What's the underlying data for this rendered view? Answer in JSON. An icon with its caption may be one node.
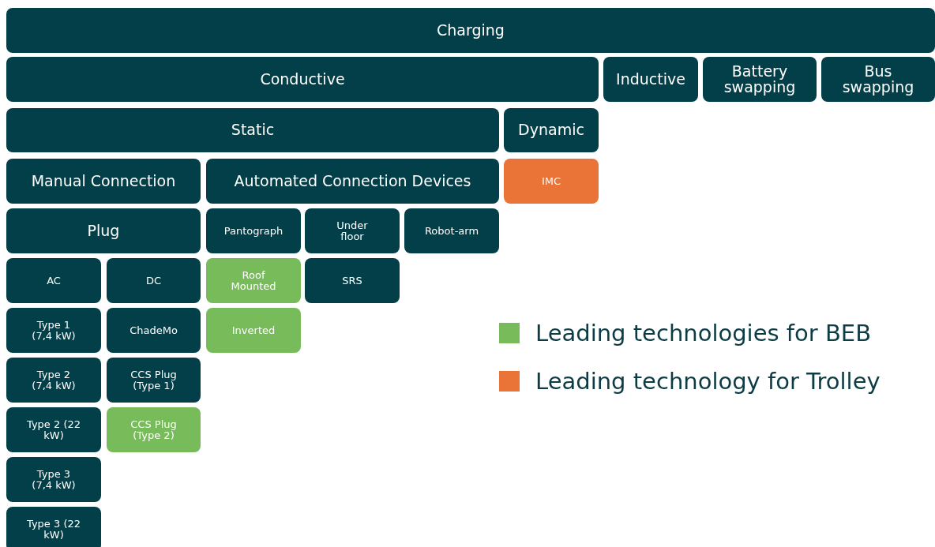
{
  "diagram": {
    "nodes": [
      {
        "text": [
          "Charging"
        ]
      },
      {
        "text": [
          "Conductive"
        ]
      },
      {
        "text": [
          "Inductive"
        ]
      },
      {
        "text": [
          "Battery swapping"
        ]
      },
      {
        "text": [
          "Bus swapping"
        ]
      },
      {
        "text": [
          "Static"
        ]
      },
      {
        "text": [
          "Dynamic"
        ]
      },
      {
        "text": [
          "Manual Connection"
        ]
      },
      {
        "text": [
          "Automated Connection Devices"
        ]
      },
      {
        "text": [
          "IMC"
        ]
      },
      {
        "text": [
          "Plug"
        ]
      },
      {
        "text": [
          "Pantograph"
        ]
      },
      {
        "text": [
          "Under floor"
        ]
      },
      {
        "text": [
          "Robot-arm"
        ]
      },
      {
        "text": [
          "AC"
        ]
      },
      {
        "text": [
          "DC"
        ]
      },
      {
        "text": [
          "Roof Mounted"
        ]
      },
      {
        "text": [
          "SRS"
        ]
      },
      {
        "text": [
          "Type 1 (7,4 kW)"
        ]
      },
      {
        "text": [
          "ChadeMo"
        ]
      },
      {
        "text": [
          "Inverted"
        ]
      },
      {
        "text": [
          "Type 2 (7,4 kW)"
        ]
      },
      {
        "text": [
          "CCS Plug (Type 1)"
        ]
      },
      {
        "text": [
          "Type 2 (22 kW)"
        ]
      },
      {
        "text": [
          "CCS Plug (Type 2)"
        ]
      },
      {
        "text": [
          "Type 3 (7,4 kW)"
        ]
      },
      {
        "text": [
          "Type 3 (22 kW)"
        ]
      }
    ],
    "legend": [
      {
        "text": "Leading technologies for BEB",
        "color": "#77bb5b"
      },
      {
        "text": "Leading technology for Trolley",
        "color": "#ea7437"
      }
    ]
  }
}
